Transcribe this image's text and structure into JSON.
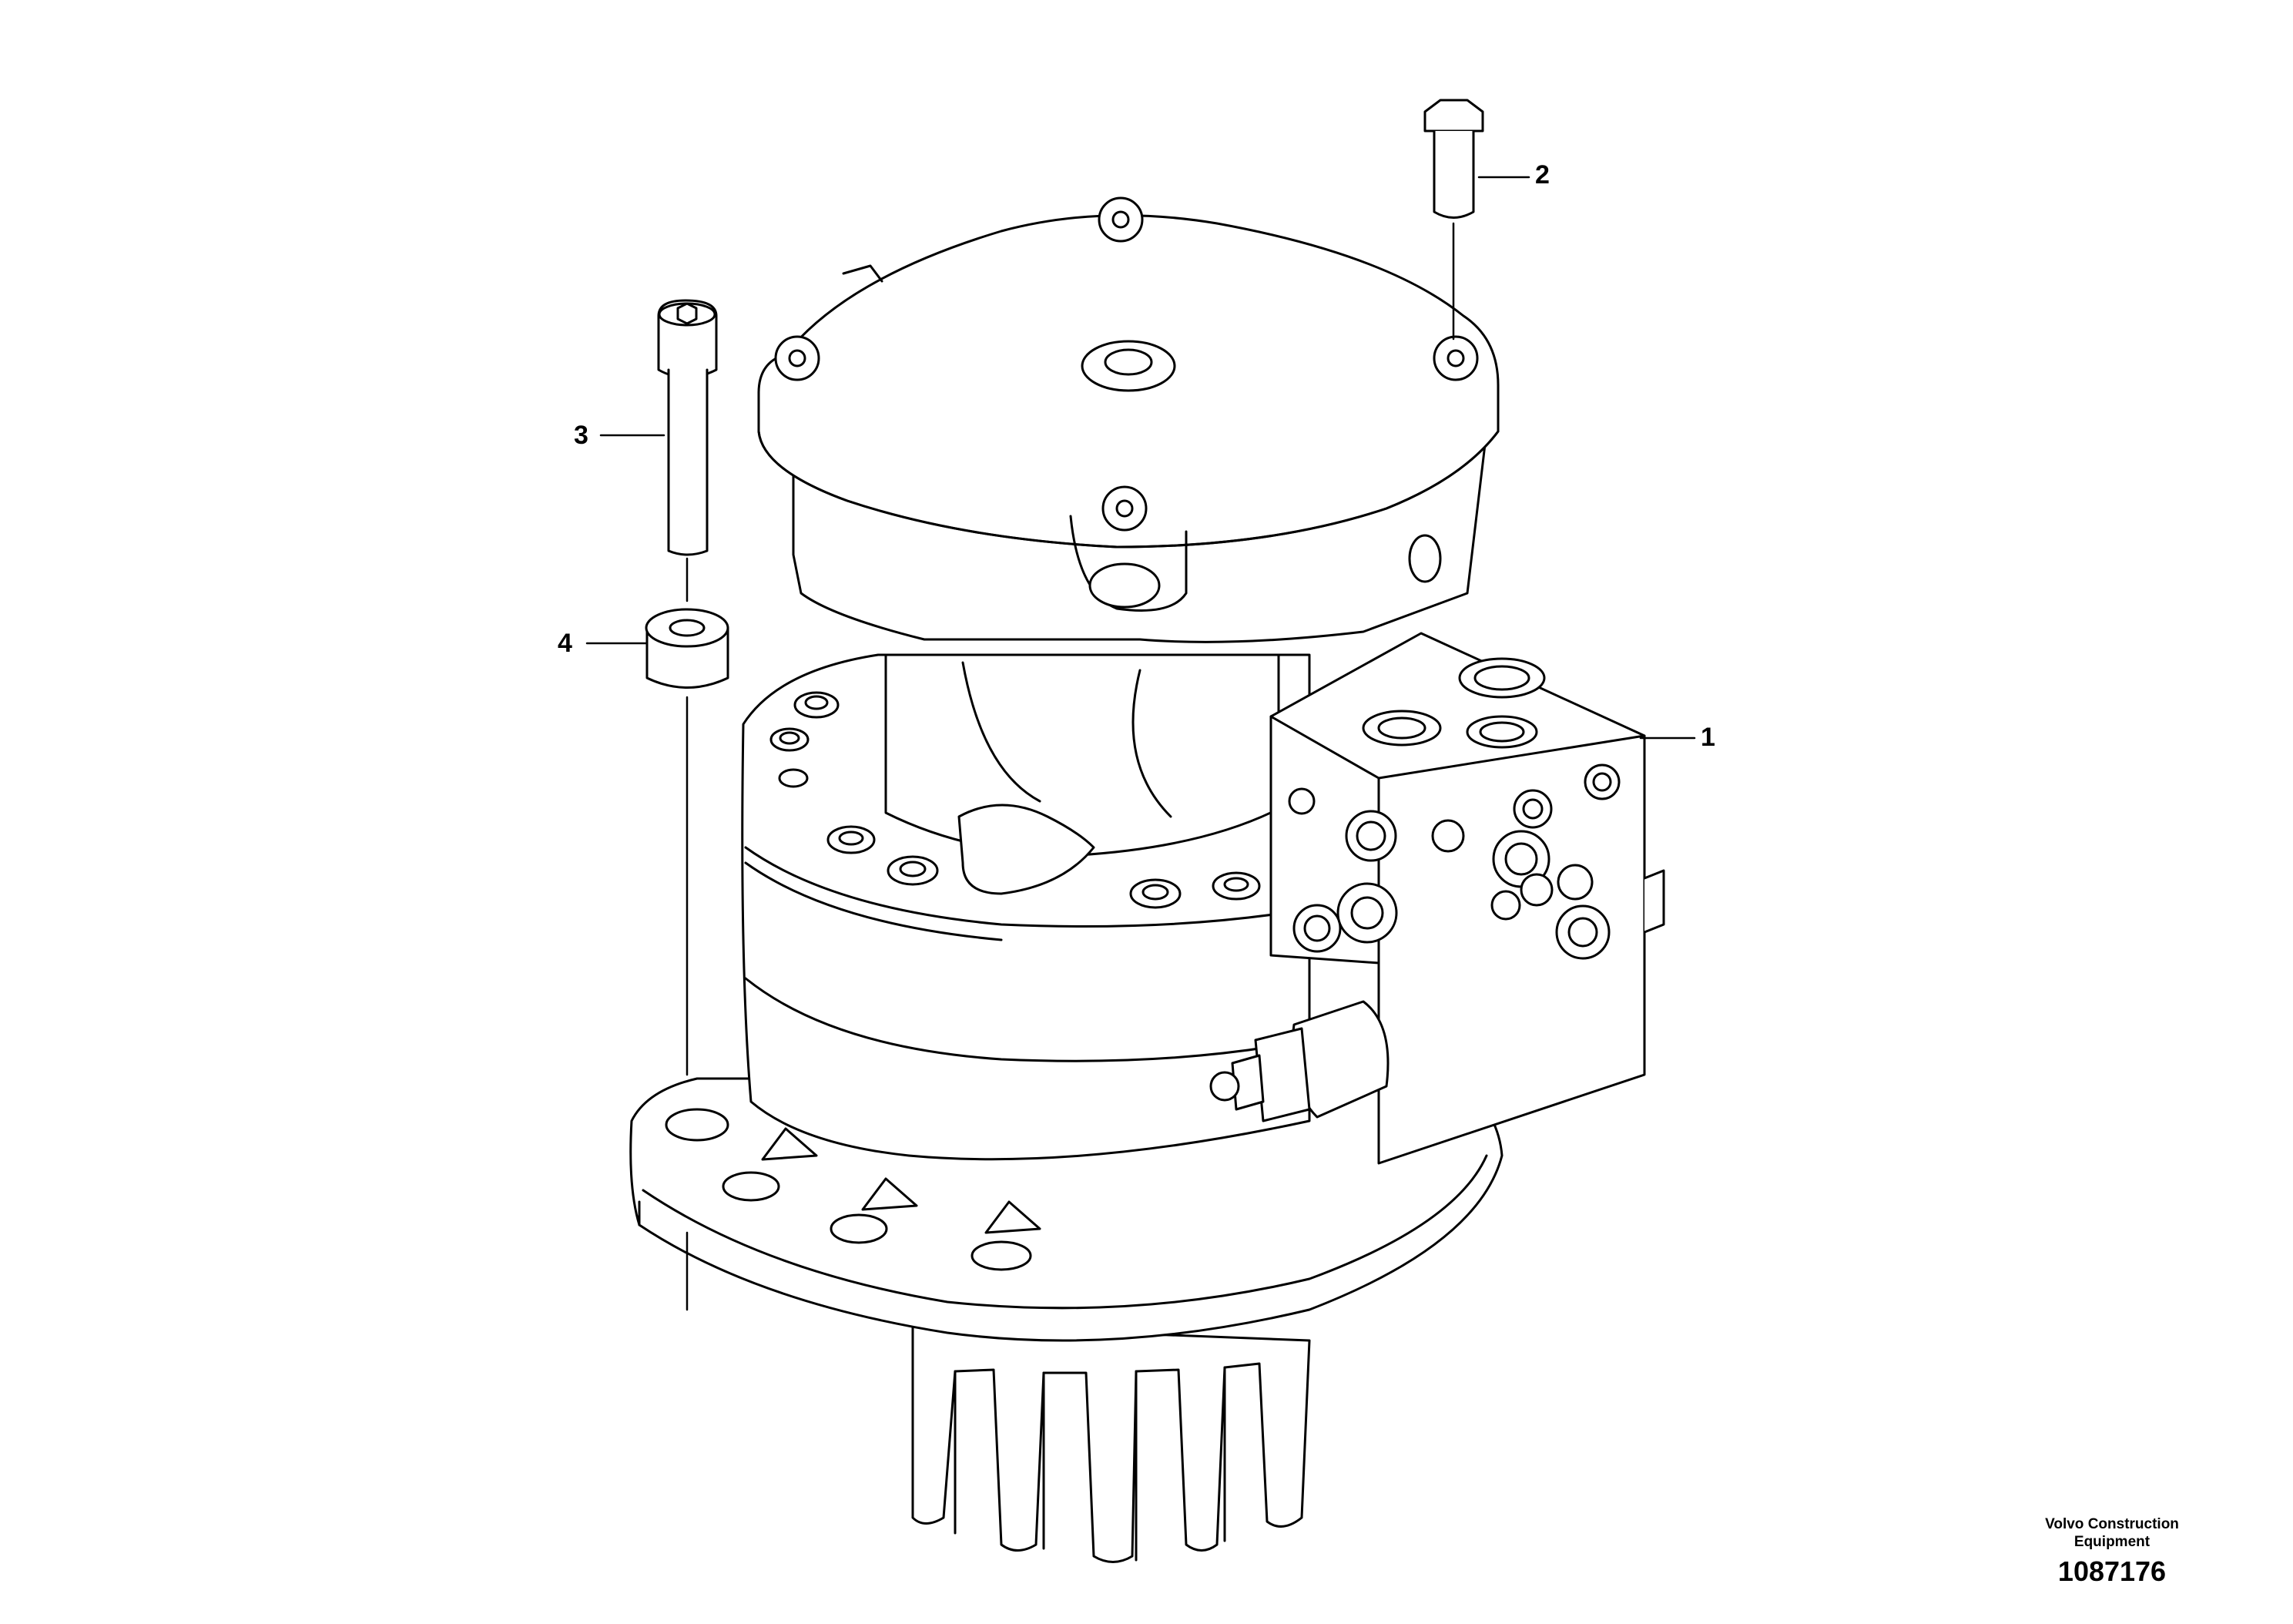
{
  "callouts": [
    {
      "id": "1",
      "label": "1"
    },
    {
      "id": "2",
      "label": "2"
    },
    {
      "id": "3",
      "label": "3"
    },
    {
      "id": "4",
      "label": "4"
    }
  ],
  "footer": {
    "brand_line1": "Volvo Construction",
    "brand_line2": "Equipment",
    "doc_number": "1087176"
  }
}
